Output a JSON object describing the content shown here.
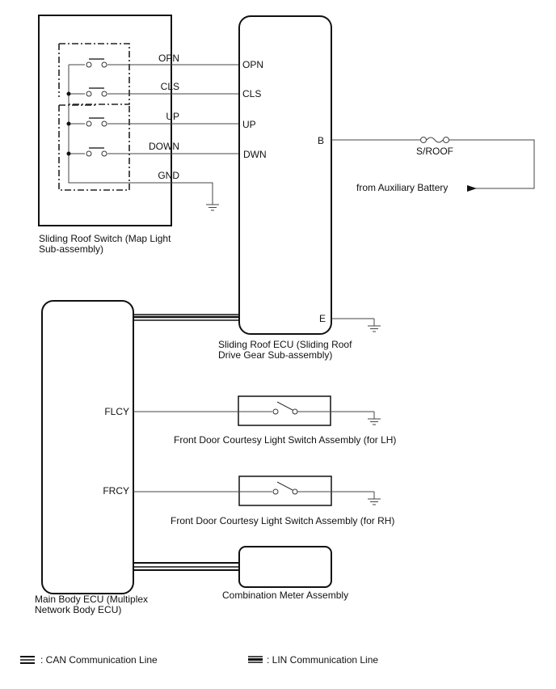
{
  "components": {
    "sliding_roof_switch": {
      "caption_line1": "Sliding Roof Switch (Map Light",
      "caption_line2": "Sub-assembly)",
      "terminals": [
        "OPN",
        "CLS",
        "UP",
        "DOWN",
        "GND"
      ]
    },
    "sliding_roof_ecu": {
      "caption_line1": "Sliding Roof ECU (Sliding Roof",
      "caption_line2": "Drive Gear Sub-assembly)",
      "terminals_left": [
        "OPN",
        "CLS",
        "UP",
        "DWN"
      ],
      "terminal_b": "B",
      "terminal_e": "E"
    },
    "fuse": {
      "label": "S/ROOF"
    },
    "power_source": {
      "label": "from Auxiliary Battery"
    },
    "main_body_ecu": {
      "caption_line1": "Main Body ECU (Multiplex",
      "caption_line2": "Network Body ECU)",
      "terminals": [
        "FLCY",
        "FRCY"
      ]
    },
    "front_door_lh": {
      "caption": "Front Door Courtesy Light Switch Assembly (for LH)"
    },
    "front_door_rh": {
      "caption": "Front Door Courtesy Light Switch Assembly (for RH)"
    },
    "combination_meter": {
      "caption": "Combination Meter Assembly"
    }
  },
  "legend": {
    "can": ": CAN Communication Line",
    "lin": ": LIN Communication Line"
  }
}
